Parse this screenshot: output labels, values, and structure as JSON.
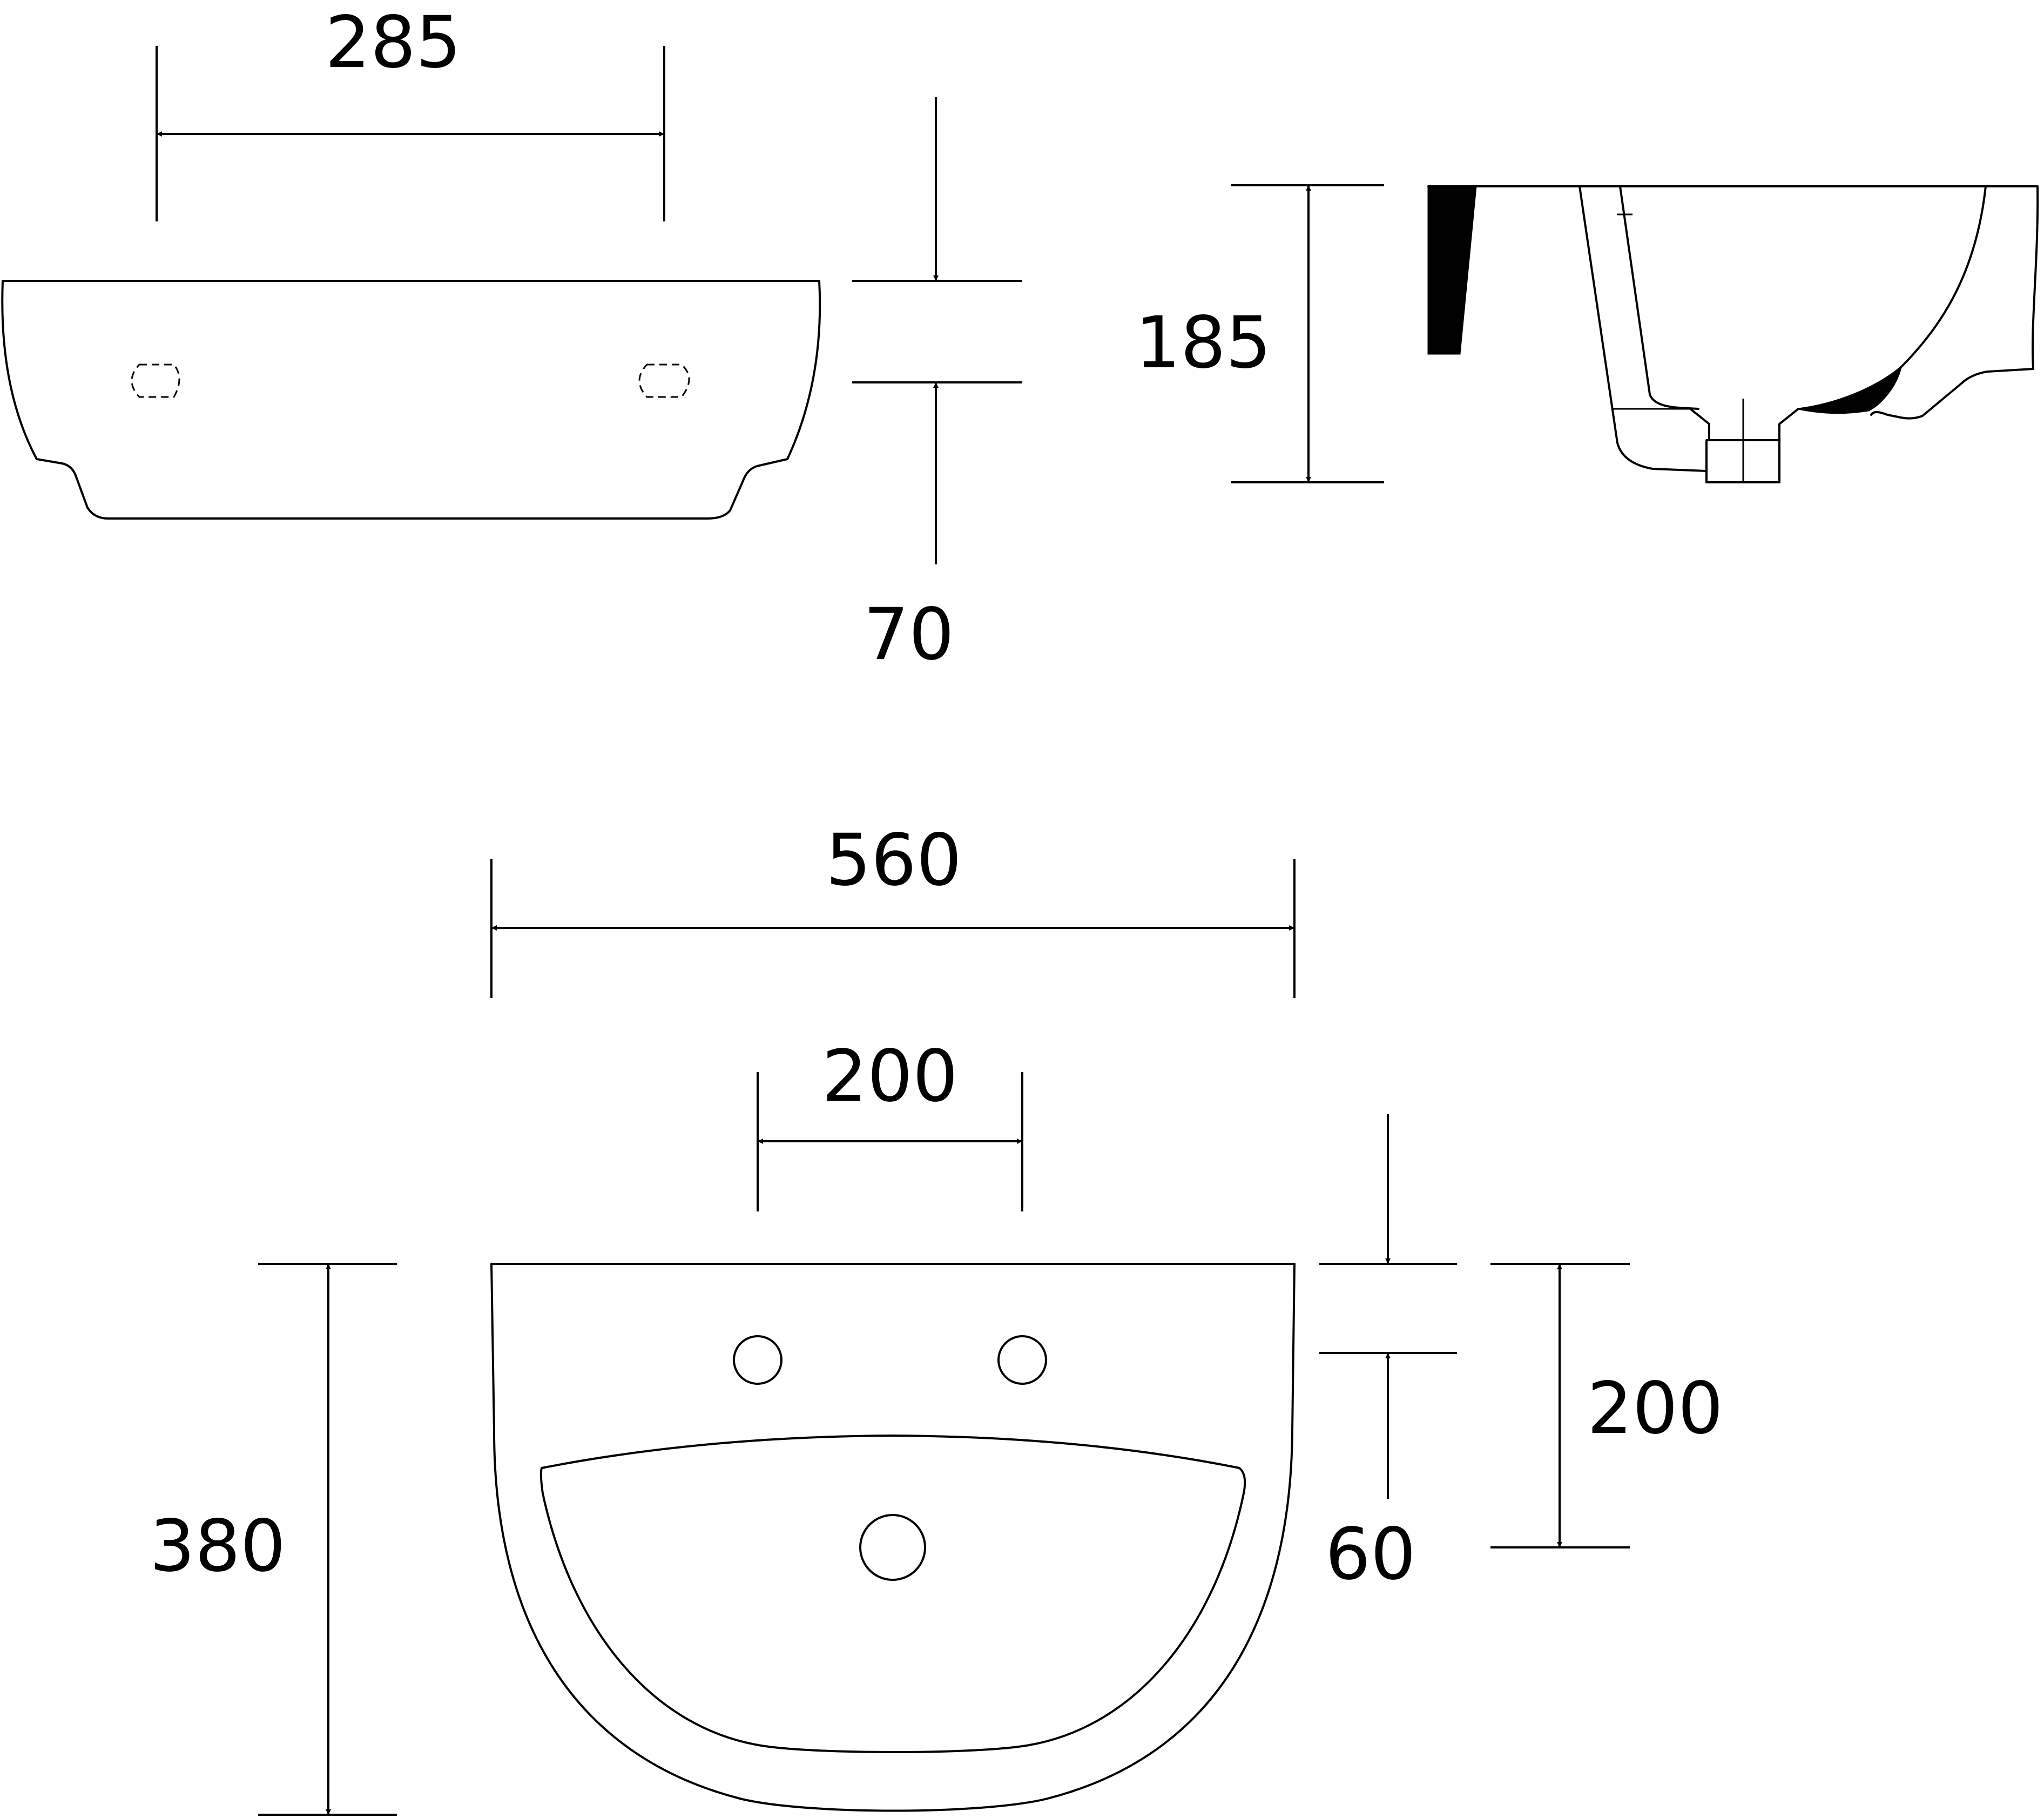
{
  "colors": {
    "line": "#000000",
    "background": "#ffffff"
  },
  "dimensions": {
    "rear_hole_spacing": "285",
    "rear_hole_offset": "70",
    "side_height": "185",
    "overall_width": "560",
    "tap_hole_spacing": "200",
    "overall_projection": "380",
    "tap_hole_setback": "60",
    "waste_position": "200"
  }
}
